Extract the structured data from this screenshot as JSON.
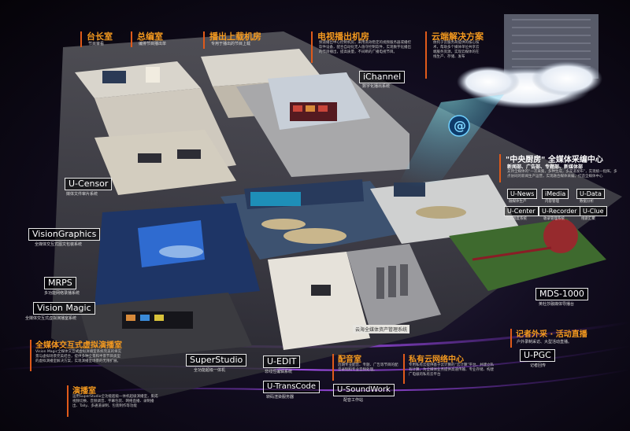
{
  "colors": {
    "accent": "#f59a1f",
    "purple": "#8a3ddb",
    "bg": "#0b0812"
  },
  "labels": {
    "taizhang": {
      "title": "台长室",
      "desc": "节目审看"
    },
    "zongbian": {
      "title": "总编室",
      "desc": "编排节目播出单"
    },
    "bochu_shangzai": {
      "title": "播出上载机房",
      "desc": "专用于播出的节目上载"
    },
    "dianshi_bochu": {
      "title": "电视播出机房",
      "desc": "频道播出中心控制机房，采用高效稳定的视频服务器或播控软件设备，配合自动化无人值守控制软件，实现数字化播出的节目播出，提高质量，不间断的广播电视节目。"
    },
    "yunduan": {
      "title": "云端解决方案",
      "desc": "依托于云服务商提供的核心技术，帮助多个媒体单位共享云端服务资源，实现云媒体的在线生产、存储、发布"
    },
    "ichannel": {
      "title": "iChannel",
      "desc": "数字化播出系统"
    },
    "ucensor": {
      "title": "U-Censor",
      "desc": "媒体文件审片系统"
    },
    "zhongyang": {
      "title": "\"中央厨房\" 全媒体采编中心",
      "sub": "新闻部、广告部、专题部、新媒体部",
      "desc": "支持全媒体的“一次采集，多种生成，多渠道发布”，实现统一指挥，多点协同的新闻生产运营，实现融合媒体采编，打造全媒体中心"
    },
    "tools": [
      {
        "name": "U-News",
        "desc": "融媒体生产"
      },
      {
        "name": "iMedia",
        "desc": "内容管理"
      },
      {
        "name": "U-Data",
        "desc": "数据分析"
      },
      {
        "name": "U-Center",
        "desc": "指挥调度系统"
      },
      {
        "name": "U-Recorder",
        "desc": "收录管理系统"
      },
      {
        "name": "U-Clue",
        "desc": "线索汇聚"
      }
    ],
    "visiongraphics": {
      "title": "VisionGraphics",
      "desc": "全媒体交互式图文包装系统"
    },
    "mrps": {
      "title": "MRPS",
      "desc": "多功能网络录播系统"
    },
    "visionmagic": {
      "title": "Vision Magic",
      "desc": "全媒体交互式虚拟演播室系统"
    },
    "xuni": {
      "title": "全媒体交互式虚拟演播室",
      "desc": "Vision Magic全媒体交互式虚拟演播室系统完美的将实景与虚拟场景完美结合，提供多种全景和半景节目类型的虚拟演播室解决方案，实现演播室场景的无限扩展。"
    },
    "superstudio": {
      "title": "SuperStudio",
      "desc": "全功能超级一体机"
    },
    "yanbo": {
      "title": "演播室",
      "desc": "运用SuperStudio全功能超级一体机超级演播室，集成视频切换、音频调音、字幕包装、网络直播、录制播出、Tally、多通道录制、包装制作等功能"
    },
    "uedit": {
      "title": "U-EDIT",
      "desc": "非线性编辑系统"
    },
    "utranscode": {
      "title": "U-TransCode",
      "desc": "转码渲染服务器"
    },
    "yunhai": {
      "title": "云海全媒体资产管理系统"
    },
    "peiyin": {
      "title": "配音室",
      "desc": "后期专业配音、专题、广告等节目的配音录制和专业音频处理。"
    },
    "usoundwork": {
      "title": "U-SoundWork",
      "desc": "配音工作站"
    },
    "siyou": {
      "title": "私有云网络中心",
      "desc": "专用私有云提供基于云计算的“云计算”平台，并建立私有计算，为全媒体业务提供高速传输、专业存储、构建广电级的私有云平台"
    },
    "mds": {
      "title": "MDS-1000",
      "desc": "英杜莎融媒体导播台"
    },
    "waicai": {
      "title": "记者外采 · 活动直播",
      "desc": "户外录制采访、大型活动直播。"
    },
    "upgc": {
      "title": "U-PGC",
      "desc": "记者回传"
    },
    "screen_at": "@"
  }
}
